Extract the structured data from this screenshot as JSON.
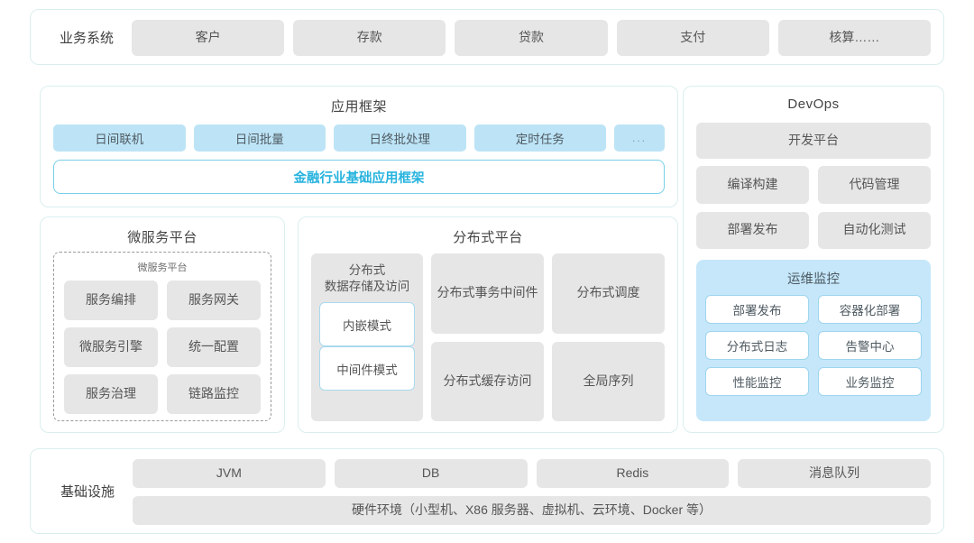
{
  "business": {
    "label": "业务系统",
    "items": [
      "客户",
      "存款",
      "贷款",
      "支付",
      "核算……"
    ]
  },
  "app_framework": {
    "title": "应用框架",
    "tags": [
      "日间联机",
      "日间批量",
      "日终批处理",
      "定时任务"
    ],
    "more": "...",
    "band": "金融行业基础应用框架"
  },
  "microservice": {
    "title": "微服务平台",
    "subtitle": "微服务平台",
    "items": [
      "服务编排",
      "服务网关",
      "微服务引擎",
      "统一配置",
      "服务治理",
      "链路监控"
    ]
  },
  "distributed": {
    "title": "分布式平台",
    "storage": {
      "label": "分布式\n数据存储及访问",
      "label_line1": "分布式",
      "label_line2": "数据存储及访问",
      "modes": [
        "内嵌模式",
        "中间件模式"
      ]
    },
    "cells": [
      {
        "line1": "分布式",
        "line2": "事务中间件"
      },
      {
        "line1": "分布式调度",
        "line2": ""
      },
      {
        "line1": "分布式",
        "line2": "缓存访问"
      },
      {
        "line1": "全局序列",
        "line2": ""
      }
    ]
  },
  "devops": {
    "title": "DevOps",
    "platform": "开发平台",
    "items": [
      "编译构建",
      "代码管理",
      "部署发布",
      "自动化测试"
    ],
    "ops": {
      "title": "运维监控",
      "items": [
        "部署发布",
        "容器化部署",
        "分布式日志",
        "告警中心",
        "性能监控",
        "业务监控"
      ]
    }
  },
  "infrastructure": {
    "label": "基础设施",
    "items": [
      "JVM",
      "DB",
      "Redis",
      "消息队列"
    ],
    "hardware": "硬件环境（小型机、X86 服务器、虚拟机、云环境、Docker 等）"
  },
  "colors": {
    "card_border": "#dbeeee",
    "gray_chip": "#e6e6e6",
    "blue_chip": "#bde4f6",
    "accent_cyan": "#27b3de",
    "ops_panel": "#c6e7fa"
  }
}
